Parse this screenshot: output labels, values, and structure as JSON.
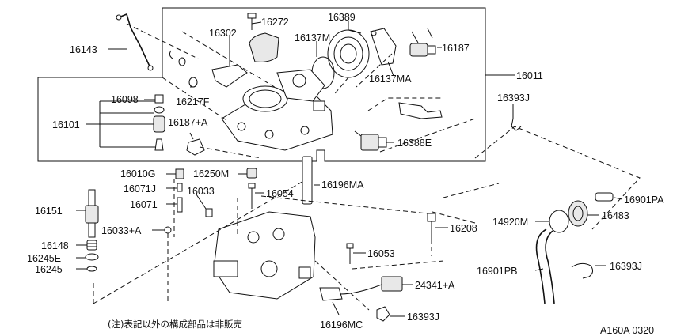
{
  "diagram": {
    "parts": {
      "p16143": "16143",
      "p16272": "16272",
      "p16302": "16302",
      "p16389": "16389",
      "p16137m": "16137M",
      "p16187": "16187",
      "p16137ma": "16137MA",
      "p16011": "16011",
      "p16098": "16098",
      "p16101": "16101",
      "p16217f": "16217F",
      "p16187a": "16187+A",
      "p16393j_top": "16393J",
      "p16388e": "16388E",
      "p16010g": "16010G",
      "p16250m": "16250M",
      "p16071j": "16071J",
      "p16033": "16033",
      "p16054": "16054",
      "p16196ma": "16196MA",
      "p16071": "16071",
      "p16901pa": "16901PA",
      "p16151": "16151",
      "p14920m": "14920M",
      "p16483": "16483",
      "p16033a": "16033+A",
      "p16208": "16208",
      "p16148": "16148",
      "p16053": "16053",
      "p16245e": "16245E",
      "p16901pb": "16901PB",
      "p16393j_right": "16393J",
      "p16245": "16245",
      "p24341a": "24341+A",
      "p16393j_bottom": "16393J",
      "p16196mc": "16196MC"
    },
    "note": "(注)表記以外の構成部品は非販売",
    "code": "A160A 0320"
  }
}
